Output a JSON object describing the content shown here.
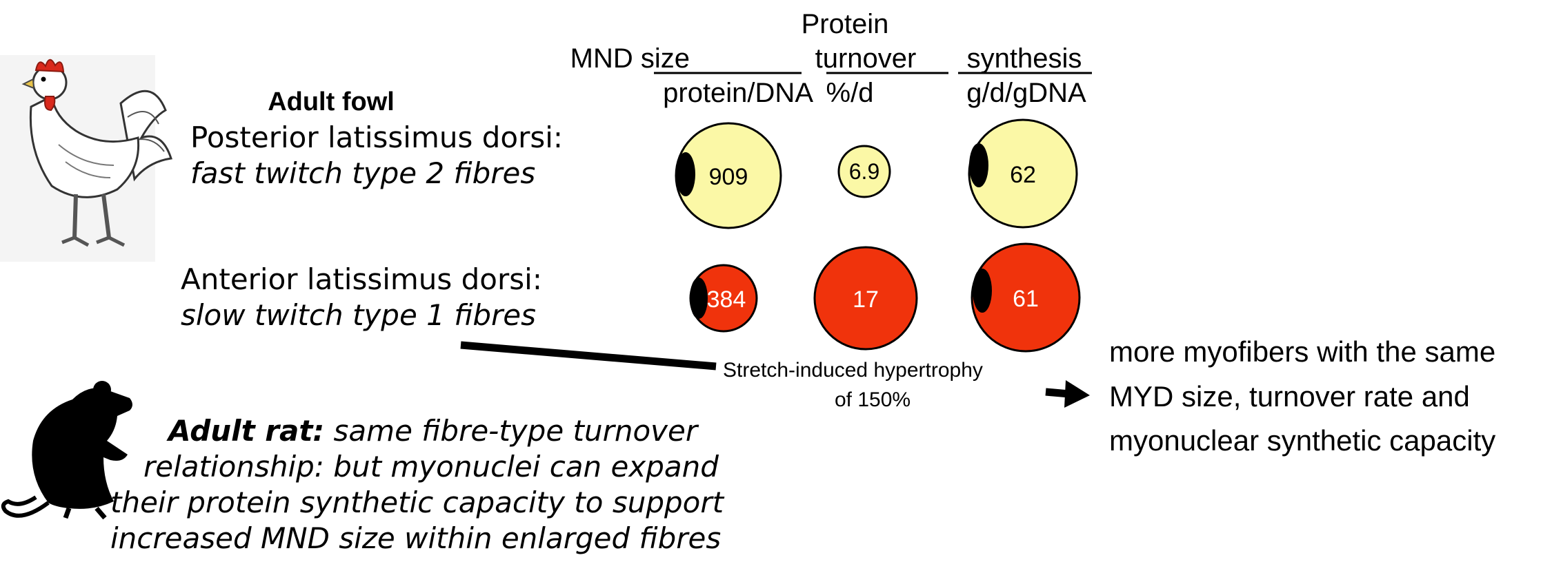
{
  "colors": {
    "fast": "#fbf8a6",
    "slow": "#f0330c",
    "nucleus": "#000000",
    "outline": "#000000",
    "text": "#000000"
  },
  "headers": {
    "protein": "Protein",
    "mnd_size": "MND size",
    "mnd_units": "protein/DNA",
    "turnover": "turnover",
    "turnover_units": "%/d",
    "synthesis": "synthesis",
    "synthesis_units": "g/d/gDNA"
  },
  "fowl": {
    "title": "Adult fowl",
    "posterior_label": "Posterior latissimus dorsi:",
    "posterior_type": "fast twitch type 2 fibres",
    "anterior_label": "Anterior latissimus dorsi:",
    "anterior_type": "slow twitch type 1 fibres",
    "icon": "chicken-icon"
  },
  "circles": {
    "posterior": {
      "mnd": "909",
      "turnover": "6.9",
      "synthesis": "62"
    },
    "anterior": {
      "mnd": "384",
      "turnover": "17",
      "synthesis": "61"
    }
  },
  "stretch": {
    "line1": "Stretch-induced  hypertrophy",
    "line2": "of 150%"
  },
  "result": {
    "line1": "more myofibers with the same",
    "line2": "MYD size, turnover rate and",
    "line3": "myonuclear synthetic capacity"
  },
  "rat": {
    "icon": "rat-icon",
    "title": "Adult rat:",
    "line1": " same fibre-type turnover",
    "line2": "relationship: but myonuclei can expand",
    "line3": "their protein synthetic capacity to support",
    "line4": "increased MND size within enlarged fibres"
  }
}
